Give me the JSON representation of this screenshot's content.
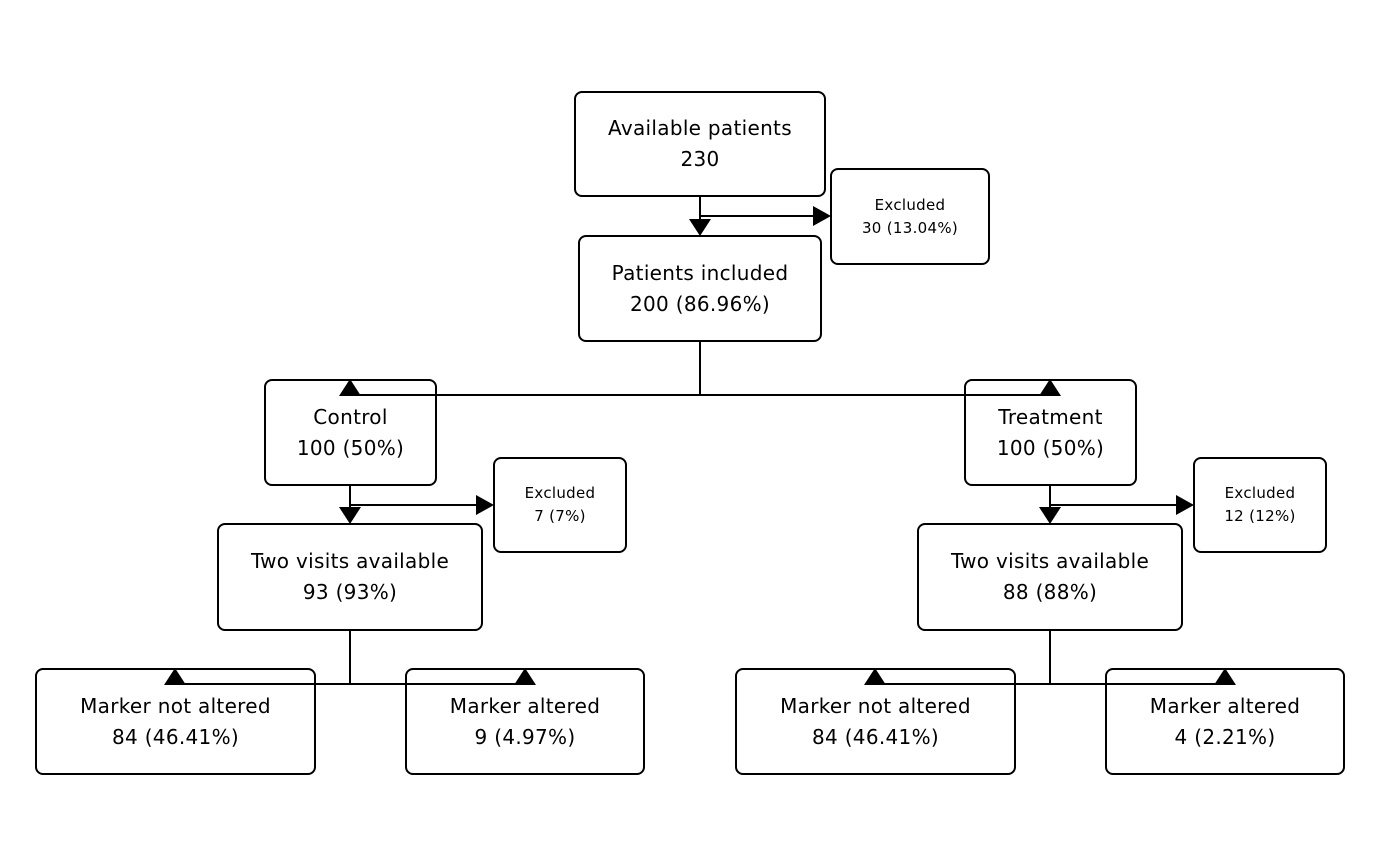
{
  "nodes": {
    "available": {
      "label": "Available patients",
      "value": "230"
    },
    "excluded_main": {
      "label": "Excluded",
      "value": "30 (13.04%)"
    },
    "included": {
      "label": "Patients included",
      "value": "200 (86.96%)"
    },
    "control": {
      "label": "Control",
      "value": "100 (50%)"
    },
    "treatment": {
      "label": "Treatment",
      "value": "100 (50%)"
    },
    "control_excluded": {
      "label": "Excluded",
      "value": "7 (7%)"
    },
    "treatment_excluded": {
      "label": "Excluded",
      "value": "12 (12%)"
    },
    "control_visits": {
      "label": "Two visits available",
      "value": "93 (93%)"
    },
    "treatment_visits": {
      "label": "Two visits available",
      "value": "88 (88%)"
    },
    "control_not_altered": {
      "label": "Marker not altered",
      "value": "84 (46.41%)"
    },
    "control_altered": {
      "label": "Marker altered",
      "value": "9 (4.97%)"
    },
    "treatment_not_altered": {
      "label": "Marker not altered",
      "value": "84 (46.41%)"
    },
    "treatment_altered": {
      "label": "Marker altered",
      "value": "4 (2.21%)"
    }
  }
}
